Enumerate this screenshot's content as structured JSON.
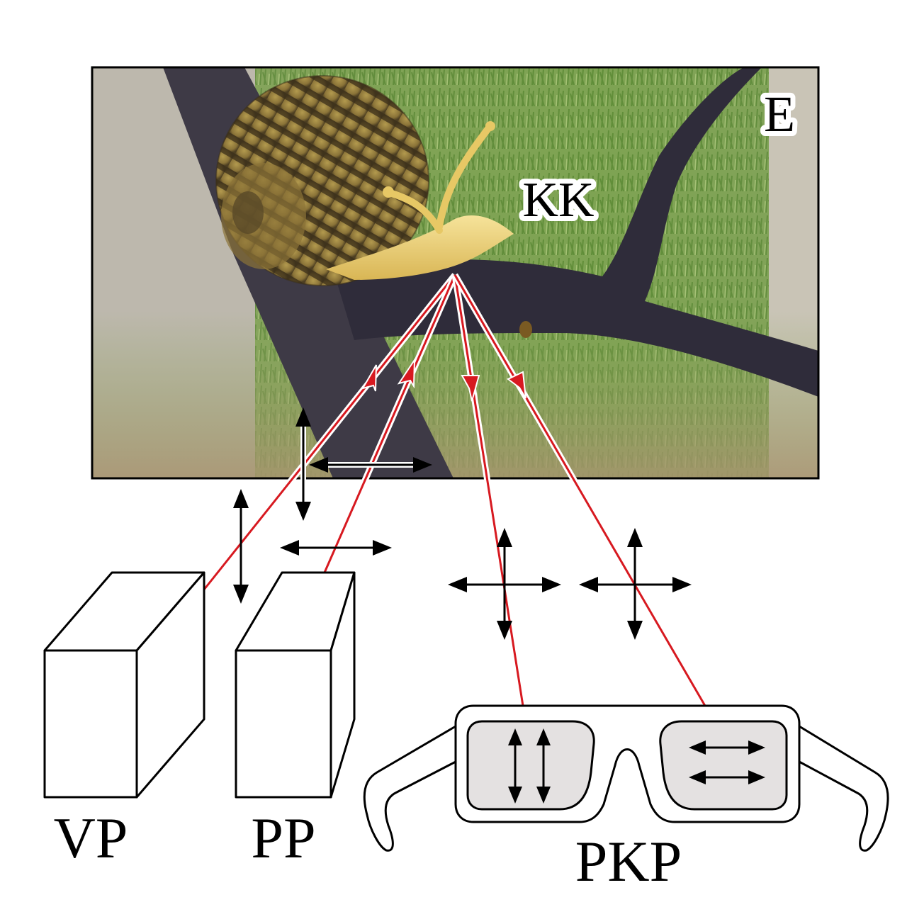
{
  "screen": {
    "label": "E",
    "subject_label": "KK"
  },
  "projectors": [
    {
      "label": "VP",
      "polarization": "vertical"
    },
    {
      "label": "PP",
      "polarization": "horizontal"
    }
  ],
  "glasses": {
    "label": "PKP",
    "left_lens_polarization": "vertical",
    "right_lens_polarization": "horizontal"
  },
  "colors": {
    "ray": "#d71920",
    "lens_fill": "#e4e1e1",
    "outline": "#000000"
  }
}
